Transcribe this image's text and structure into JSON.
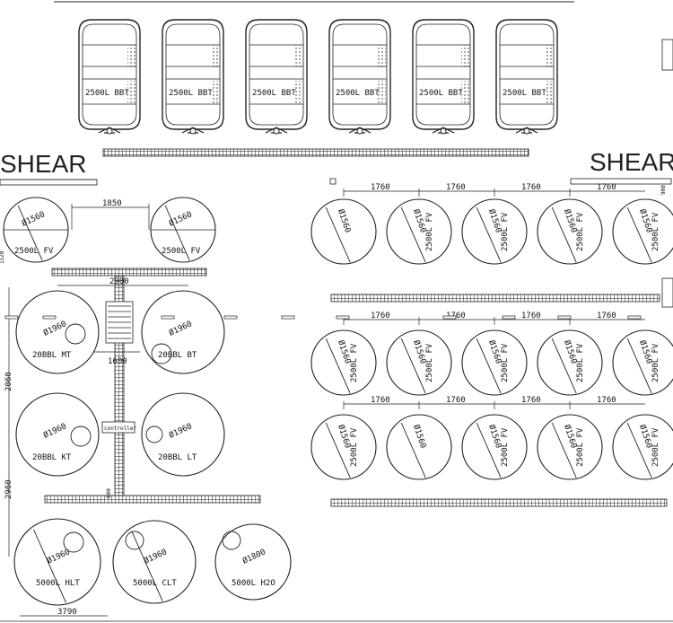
{
  "bbt_tanks": [
    "2500L BBT",
    "2500L BBT",
    "2500L BBT",
    "2500L BBT",
    "2500L BBT",
    "2500L BBT"
  ],
  "shear_labels": [
    "SHEAR",
    "SHEAR"
  ],
  "left_fv": [
    {
      "dia": "Ø1560",
      "label": "2500L FV"
    },
    {
      "dia": "Ø1560",
      "label": "2500L FV"
    }
  ],
  "right_fv_rows": [
    {
      "dims": [
        "1760",
        "1760",
        "1760",
        "1760"
      ],
      "tanks": [
        {
          "dia": "Ø1560",
          "label": ""
        },
        {
          "dia": "Ø1560",
          "label": "2500L FV"
        },
        {
          "dia": "Ø1560",
          "label": "2500L FV"
        },
        {
          "dia": "Ø1560",
          "label": "2500L FV"
        },
        {
          "dia": "Ø1560",
          "label": "2500L FV"
        }
      ]
    },
    {
      "dims": [
        "1760",
        "1760",
        "1760",
        "1760"
      ],
      "tanks": [
        {
          "dia": "Ø1560",
          "label": "2500L FV"
        },
        {
          "dia": "Ø1560",
          "label": "2500L FV"
        },
        {
          "dia": "Ø1560",
          "label": "2500L FV"
        },
        {
          "dia": "Ø1560",
          "label": "2500L FV"
        },
        {
          "dia": "Ø1560",
          "label": "2500L FV"
        }
      ]
    },
    {
      "dims": [
        "1760",
        "1760",
        "1760",
        "1760"
      ],
      "tanks": [
        {
          "dia": "Ø1560",
          "label": "2500L FV"
        },
        {
          "dia": "Ø1560",
          "label": ""
        },
        {
          "dia": "Ø1560",
          "label": "2500L FV"
        },
        {
          "dia": "Ø1560",
          "label": "2500L FV"
        },
        {
          "dia": "Ø1560",
          "label": "2500L FV"
        }
      ]
    }
  ],
  "brewhouse": [
    {
      "dia": "Ø1960",
      "label": "20BBL MT"
    },
    {
      "dia": "Ø1960",
      "label": "20BBL BT"
    },
    {
      "dia": "Ø1960",
      "label": "20BBL KT"
    },
    {
      "dia": "Ø1960",
      "label": "20BBL LT"
    }
  ],
  "liquor_tanks": [
    {
      "dia": "Ø1960",
      "label": "5000L HLT"
    },
    {
      "dia": "Ø1960",
      "label": "5000L CLT"
    },
    {
      "dia": "Ø1800",
      "label": "5000L H2O"
    }
  ],
  "dimensions": {
    "fv_spacing": "1850",
    "platform_top": "2900",
    "platform_bottom": "1600",
    "left_upper": "2060",
    "left_lower": "2960",
    "bottom_total": "3790",
    "platform_small": "800",
    "right_edge": "900",
    "left_top": "1520"
  },
  "control_box": "controller"
}
